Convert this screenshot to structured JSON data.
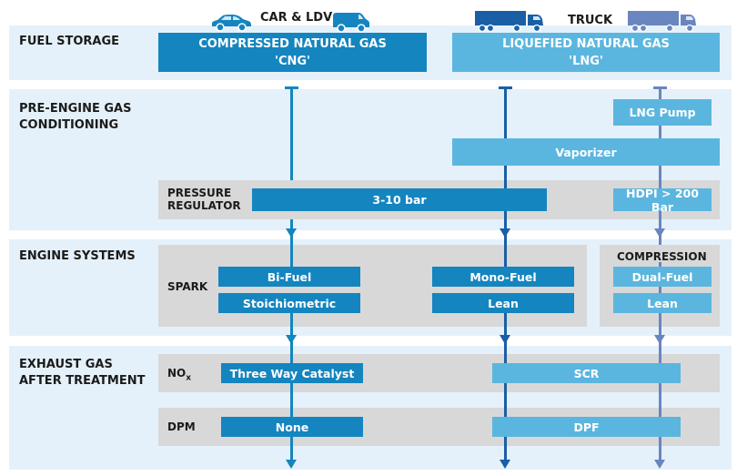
{
  "colors": {
    "cng": "#1485bf",
    "lng": "#5bb6df",
    "mid_line": "#1a5fa5",
    "right_line": "#6a86c0",
    "band": "#e5f1fa",
    "grey": "#d8d8d8"
  },
  "header": {
    "car_ldv": "CAR & LDV",
    "truck": "TRUCK",
    "icons": [
      "car-icon",
      "van-icon",
      "truck-icon",
      "truck-icon"
    ]
  },
  "rows": {
    "fuel_storage": {
      "label": "FUEL STORAGE"
    },
    "pre_engine": {
      "label_line1": "PRE-ENGINE GAS",
      "label_line2": "CONDITIONING"
    },
    "engine": {
      "label": "ENGINE SYSTEMS"
    },
    "exhaust": {
      "label_line1": "EXHAUST GAS",
      "label_line2": "AFTER TREATMENT"
    }
  },
  "fuel": {
    "cng_line1": "COMPRESSED NATURAL GAS",
    "cng_line2": "'CNG'",
    "lng_line1": "LIQUEFIED NATURAL GAS",
    "lng_line2": "'LNG'"
  },
  "conditioning": {
    "lng_pump": "LNG Pump",
    "vaporizer": "Vaporizer",
    "pressure_line1": "PRESSURE",
    "pressure_line2": "REGULATOR",
    "low_pressure": "3-10 bar",
    "hdpi": "HDPI > 200 Bar"
  },
  "engine": {
    "spark": "SPARK",
    "bi_fuel": "Bi-Fuel",
    "stoichiometric": "Stoichiometric",
    "mono_fuel": "Mono-Fuel",
    "lean": "Lean",
    "compression": "COMPRESSION",
    "dual_fuel": "Dual-Fuel",
    "lean_comp": "Lean"
  },
  "exhaust": {
    "nox_main": "NO",
    "nox_sub": "x",
    "three_way": "Three Way Catalyst",
    "scr": "SCR",
    "dpm": "DPM",
    "none": "None",
    "dpf": "DPF"
  }
}
